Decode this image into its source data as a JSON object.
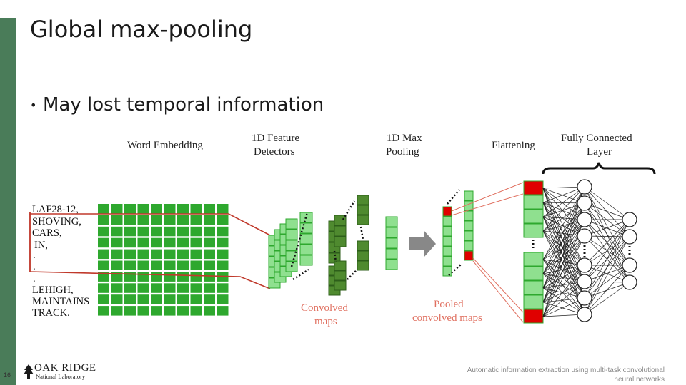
{
  "slide": {
    "title": "Global max-pooling",
    "bullet": "May lost temporal information",
    "slide_number": "16",
    "footer": "Automatic information extraction using multi-task convolutional neural networks",
    "logo": {
      "name": "OAK RIDGE",
      "subtitle": "National Laboratory"
    }
  },
  "diagram": {
    "labels": {
      "word_embedding": "Word Embedding",
      "feature_detectors_1": "1D Feature",
      "feature_detectors_2": "Detectors",
      "max_pooling_1": "1D Max",
      "max_pooling_2": "Pooling",
      "flattening": "Flattening",
      "fully_connected_1": "Fully Connected",
      "fully_connected_2": "Layer",
      "convolved_1": "Convolved",
      "convolved_2": "maps",
      "pooled_1": "Pooled",
      "pooled_2": "convolved maps"
    },
    "words": [
      "LAF28-12,",
      "SHOVING,",
      "CARS,",
      "IN,",
      ".",
      ".",
      ".",
      "LEHIGH,",
      "MAINTAINS",
      "TRACK."
    ],
    "colors": {
      "cell_dark": "#2ea82e",
      "cell_light": "#8fe08f",
      "cell_olive": "#4f8a2f",
      "highlight_red": "#e00000",
      "line_red": "#c0392b",
      "arrow_gray": "#888888",
      "sidebar": "#4a7c59"
    }
  }
}
